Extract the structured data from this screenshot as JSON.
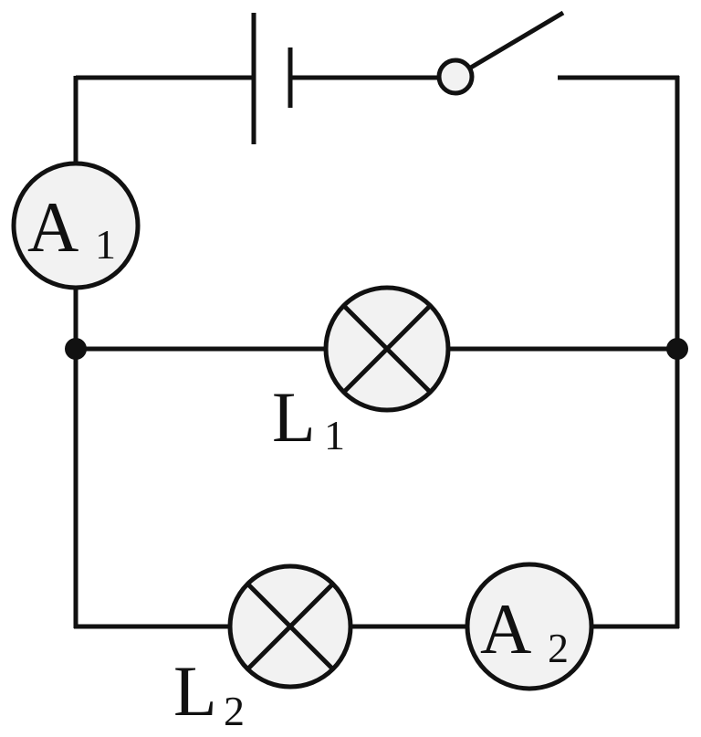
{
  "components": {
    "ammeter_1": {
      "symbol": "A",
      "subscript": "1"
    },
    "ammeter_2": {
      "symbol": "A",
      "subscript": "2"
    },
    "lamp_1": {
      "symbol": "L",
      "subscript": "1"
    },
    "lamp_2": {
      "symbol": "L",
      "subscript": "2"
    }
  }
}
